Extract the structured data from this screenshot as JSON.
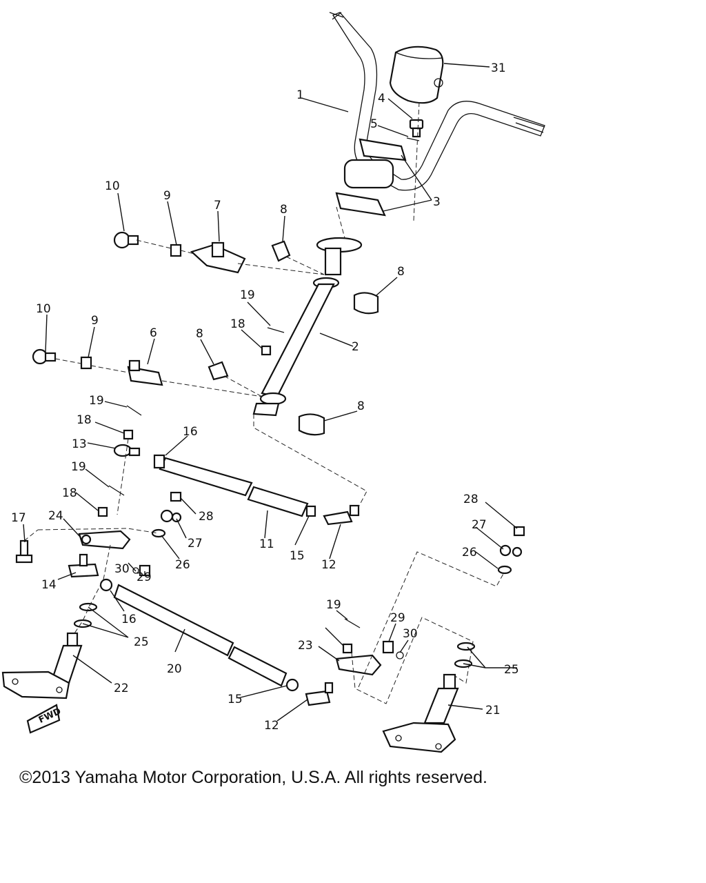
{
  "diagram": {
    "callouts": {
      "c1": "1",
      "c2": "2",
      "c3": "3",
      "c4": "4",
      "c5": "5",
      "c6": "6",
      "c7": "7",
      "c8a": "8",
      "c8b": "8",
      "c8c": "8",
      "c8d": "8",
      "c9a": "9",
      "c9b": "9",
      "c10a": "10",
      "c10b": "10",
      "c11": "11",
      "c12a": "12",
      "c12b": "12",
      "c13": "13",
      "c14": "14",
      "c15a": "15",
      "c15b": "15",
      "c16a": "16",
      "c16b": "16",
      "c17": "17",
      "c18a": "18",
      "c18b": "18",
      "c18c": "18",
      "c19a": "19",
      "c19b": "19",
      "c19c": "19",
      "c19d": "19",
      "c20": "20",
      "c21": "21",
      "c22": "22",
      "c23": "23",
      "c24": "24",
      "c25a": "25",
      "c25b": "25",
      "c26a": "26",
      "c26b": "26",
      "c27a": "27",
      "c27b": "27",
      "c28a": "28",
      "c28b": "28",
      "c29a": "29",
      "c29b": "29",
      "c30a": "30",
      "c30b": "30",
      "c31": "31"
    },
    "fwd_marker": "FWD"
  },
  "footer": {
    "copyright": "©2013 Yamaha Motor Corporation, U.S.A. All rights reserved."
  }
}
